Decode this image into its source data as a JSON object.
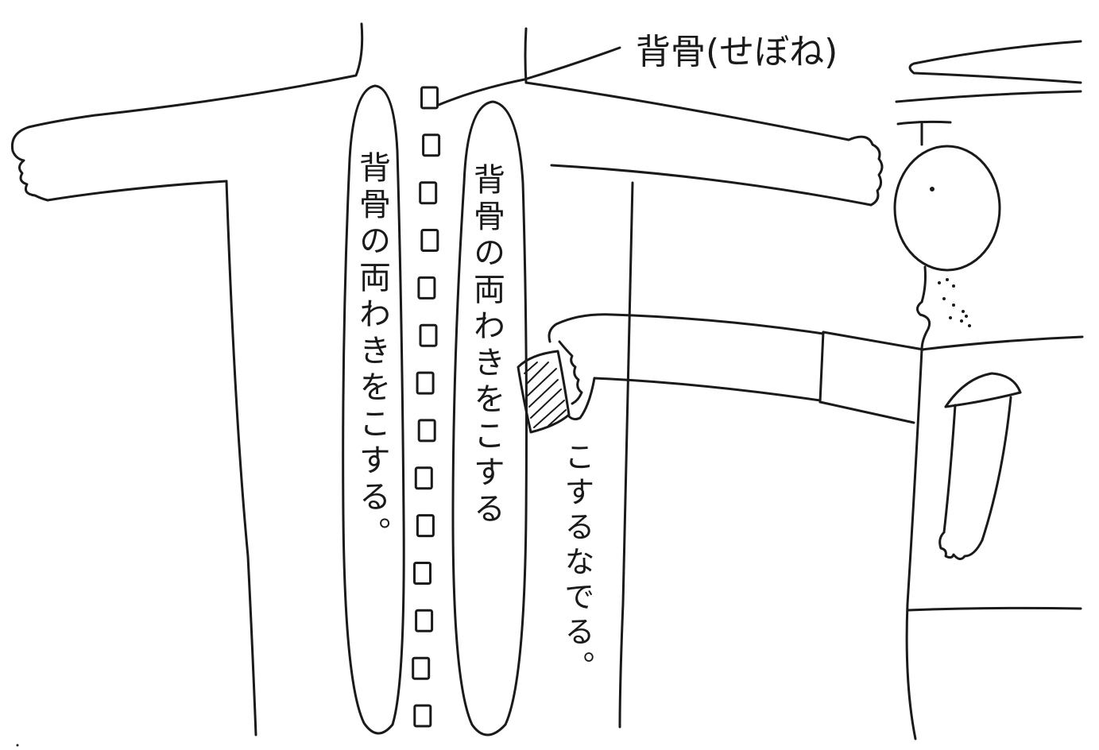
{
  "labels": {
    "spine_label": "背骨(せぼね)",
    "left_column": "背骨の両わきをこする。",
    "right_column": "背骨の両わきをこする",
    "action_note": "こするなでる。"
  },
  "spine": {
    "segment_count": 14
  },
  "colors": {
    "ink": "#1a1a1a",
    "paper": "#ffffff"
  }
}
